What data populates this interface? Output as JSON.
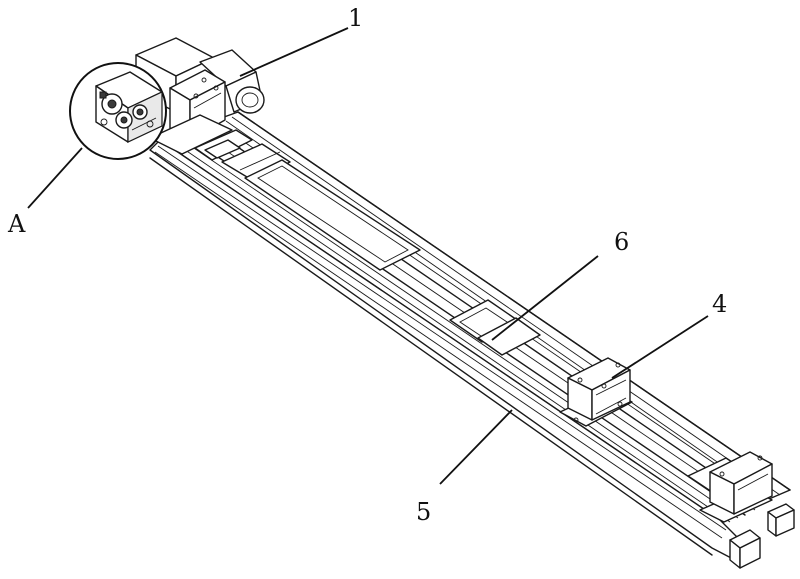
{
  "labels": {
    "one": "1",
    "four": "4",
    "five": "5",
    "six": "6",
    "a": "A"
  }
}
